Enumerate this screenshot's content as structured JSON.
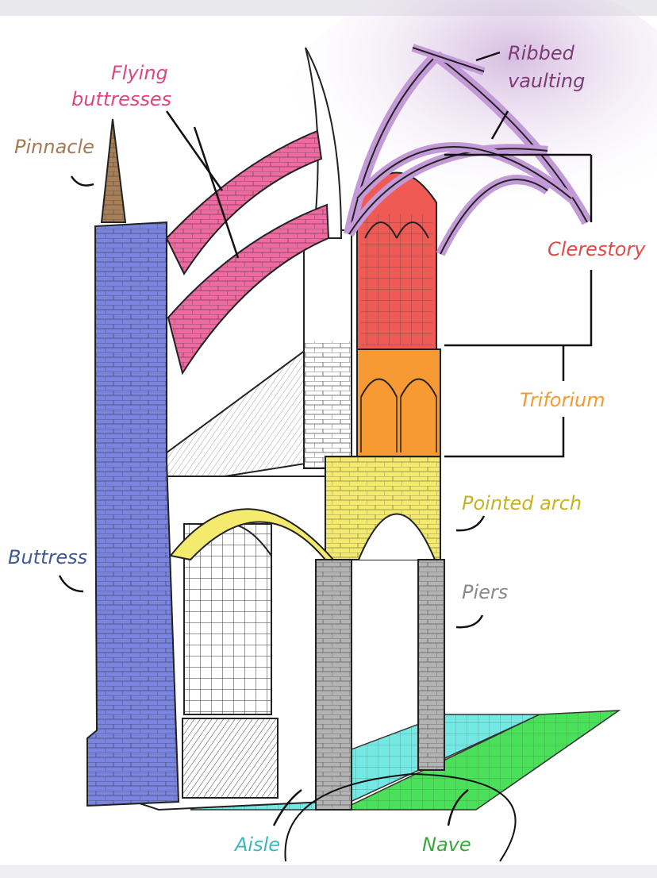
{
  "diagram": {
    "labels": {
      "flying_buttresses_line1": "Flying",
      "flying_buttresses_line2": "buttresses",
      "pinnacle": "Pinnacle",
      "ribbed_vaulting_line1": "Ribbed",
      "ribbed_vaulting_line2": "vaulting",
      "clerestory": "Clerestory",
      "triforium": "Triforium",
      "pointed_arch": "Pointed arch",
      "buttress": "Buttress",
      "piers": "Piers",
      "aisle": "Aisle",
      "nave": "Nave"
    },
    "colors": {
      "flying_buttresses": "#e0457f",
      "pinnacle": "#a57a55",
      "ribbed_vaulting": "#7d3b78",
      "clerestory": "#e04b47",
      "triforium": "#f59a2e",
      "pointed_arch": "#c9b21f",
      "buttress": "#3f5a94",
      "piers": "#8a8a8a",
      "aisle": "#3bb8bd",
      "nave": "#3aa83a"
    }
  }
}
